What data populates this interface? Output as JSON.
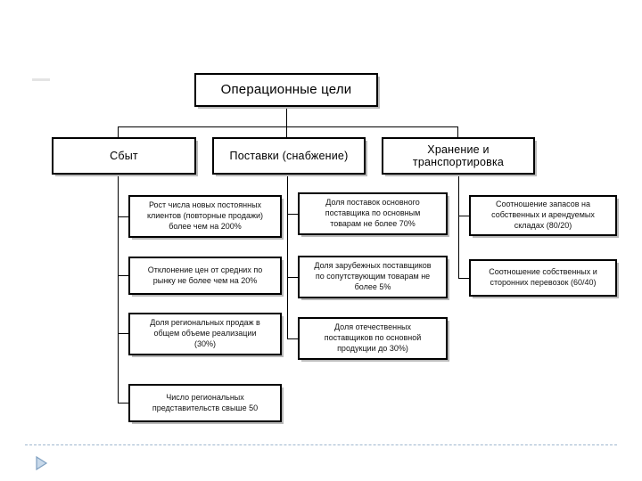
{
  "slide": {
    "background_color": "#ffffff",
    "line_color": "#000000",
    "accent_color": "#8aa9c8"
  },
  "diagram": {
    "type": "org-chart",
    "root": {
      "id": "operational-goals",
      "label": "Операционные цели"
    },
    "branches": [
      {
        "id": "sales",
        "label": "Сбыт",
        "leaves": [
          {
            "id": "sales-leaf-1",
            "label": "Рост числа новых постоянных\nклиентов (повторные продажи)\nболее чем на 200%"
          },
          {
            "id": "sales-leaf-2",
            "label": "Отклонение цен от средних  по\nрынку не более чем на 20%"
          },
          {
            "id": "sales-leaf-3",
            "label": "Доля региональных продаж в\nобщем объеме реализации\n(30%)"
          },
          {
            "id": "sales-leaf-4",
            "label": "Число региональных\nпредставительств свыше 50"
          }
        ]
      },
      {
        "id": "supply",
        "label": "Поставки (снабжение)",
        "leaves": [
          {
            "id": "supply-leaf-1",
            "label": "Доля поставок основного\nпоставщика по основным\nтоварам не более 70%"
          },
          {
            "id": "supply-leaf-2",
            "label": "Доля  зарубежных поставщиков\nпо сопутствующим товарам не\nболее 5%"
          },
          {
            "id": "supply-leaf-3",
            "label": "Доля отечественных\nпоставщиков по основной\nпродукции до 30%)"
          }
        ]
      },
      {
        "id": "storage-transport",
        "label": "Хранение и\nтранспортировка",
        "leaves": [
          {
            "id": "storage-leaf-1",
            "label": "Соотношение запасов на\nсобственных и арендуемых\nскладах (80/20)"
          },
          {
            "id": "storage-leaf-2",
            "label": "Соотношение собственных и\nсторонних перевозок (60/40)"
          }
        ]
      }
    ]
  },
  "decorations": {
    "play_icon": "play-triangle-icon",
    "divider": "dashed-divider"
  }
}
